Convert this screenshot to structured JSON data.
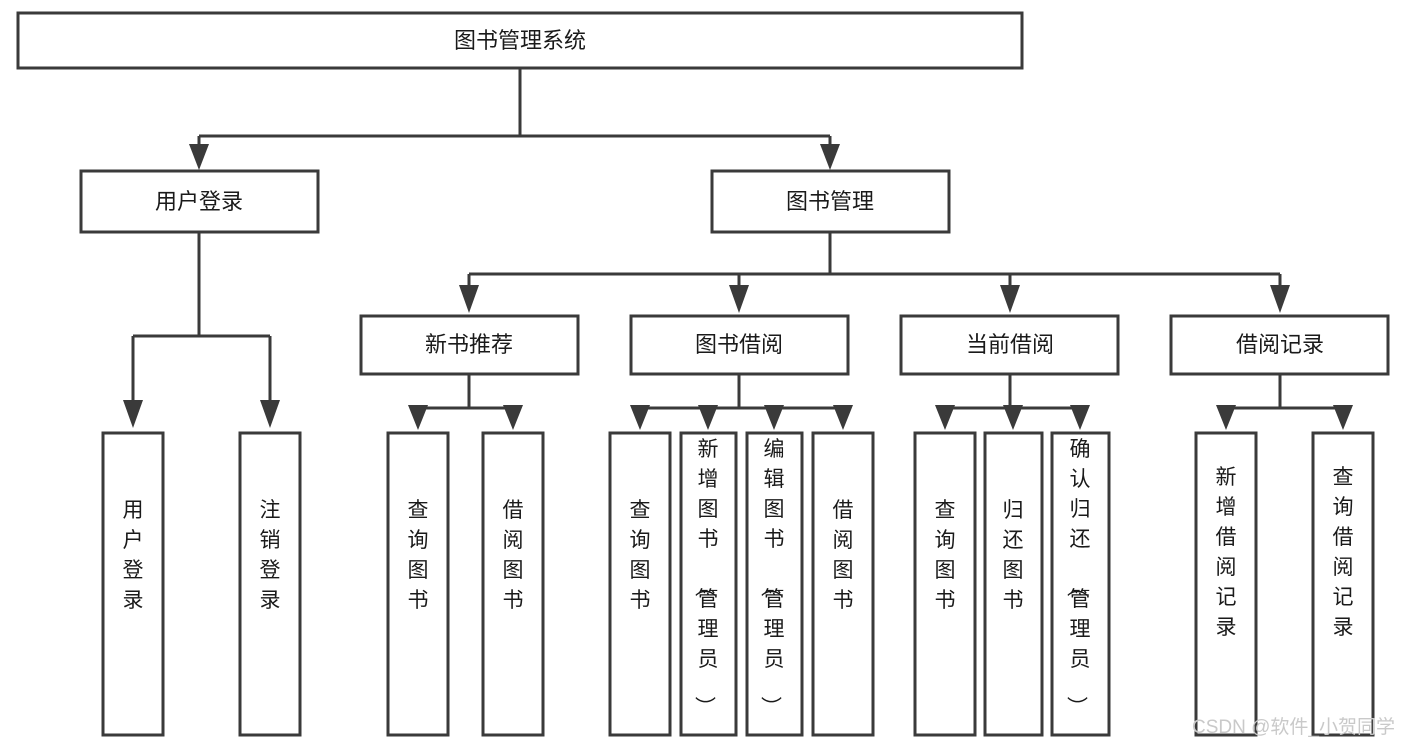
{
  "diagram": {
    "title": "图书管理系统",
    "type": "tree-hierarchy-diagram",
    "root": {
      "label": "图书管理系统"
    },
    "level2": [
      {
        "label": "用户登录"
      },
      {
        "label": "图书管理"
      }
    ],
    "level3": [
      {
        "label": "新书推荐"
      },
      {
        "label": "图书借阅"
      },
      {
        "label": "当前借阅"
      },
      {
        "label": "借阅记录"
      }
    ],
    "leaves": {
      "user_login": [
        {
          "label": "用户登录"
        },
        {
          "label": "注销登录"
        }
      ],
      "new_book_recommend": [
        {
          "label": "查询图书"
        },
        {
          "label": "借阅图书"
        }
      ],
      "book_borrow": [
        {
          "label": "查询图书"
        },
        {
          "label": "新增图书（管理员）"
        },
        {
          "label": "编辑图书（管理员）"
        },
        {
          "label": "借阅图书"
        }
      ],
      "current_borrow": [
        {
          "label": "查询图书"
        },
        {
          "label": "归还图书"
        },
        {
          "label": "确认归还（管理员）"
        }
      ],
      "borrow_record": [
        {
          "label": "新增借阅记录"
        },
        {
          "label": "查询借阅记录"
        }
      ]
    },
    "watermark": "CSDN @软件_小贺同学",
    "colors": {
      "stroke": "#3a3a3a",
      "fill": "#ffffff",
      "text": "#1a1a1a",
      "watermark": "#c9c9c9"
    }
  }
}
